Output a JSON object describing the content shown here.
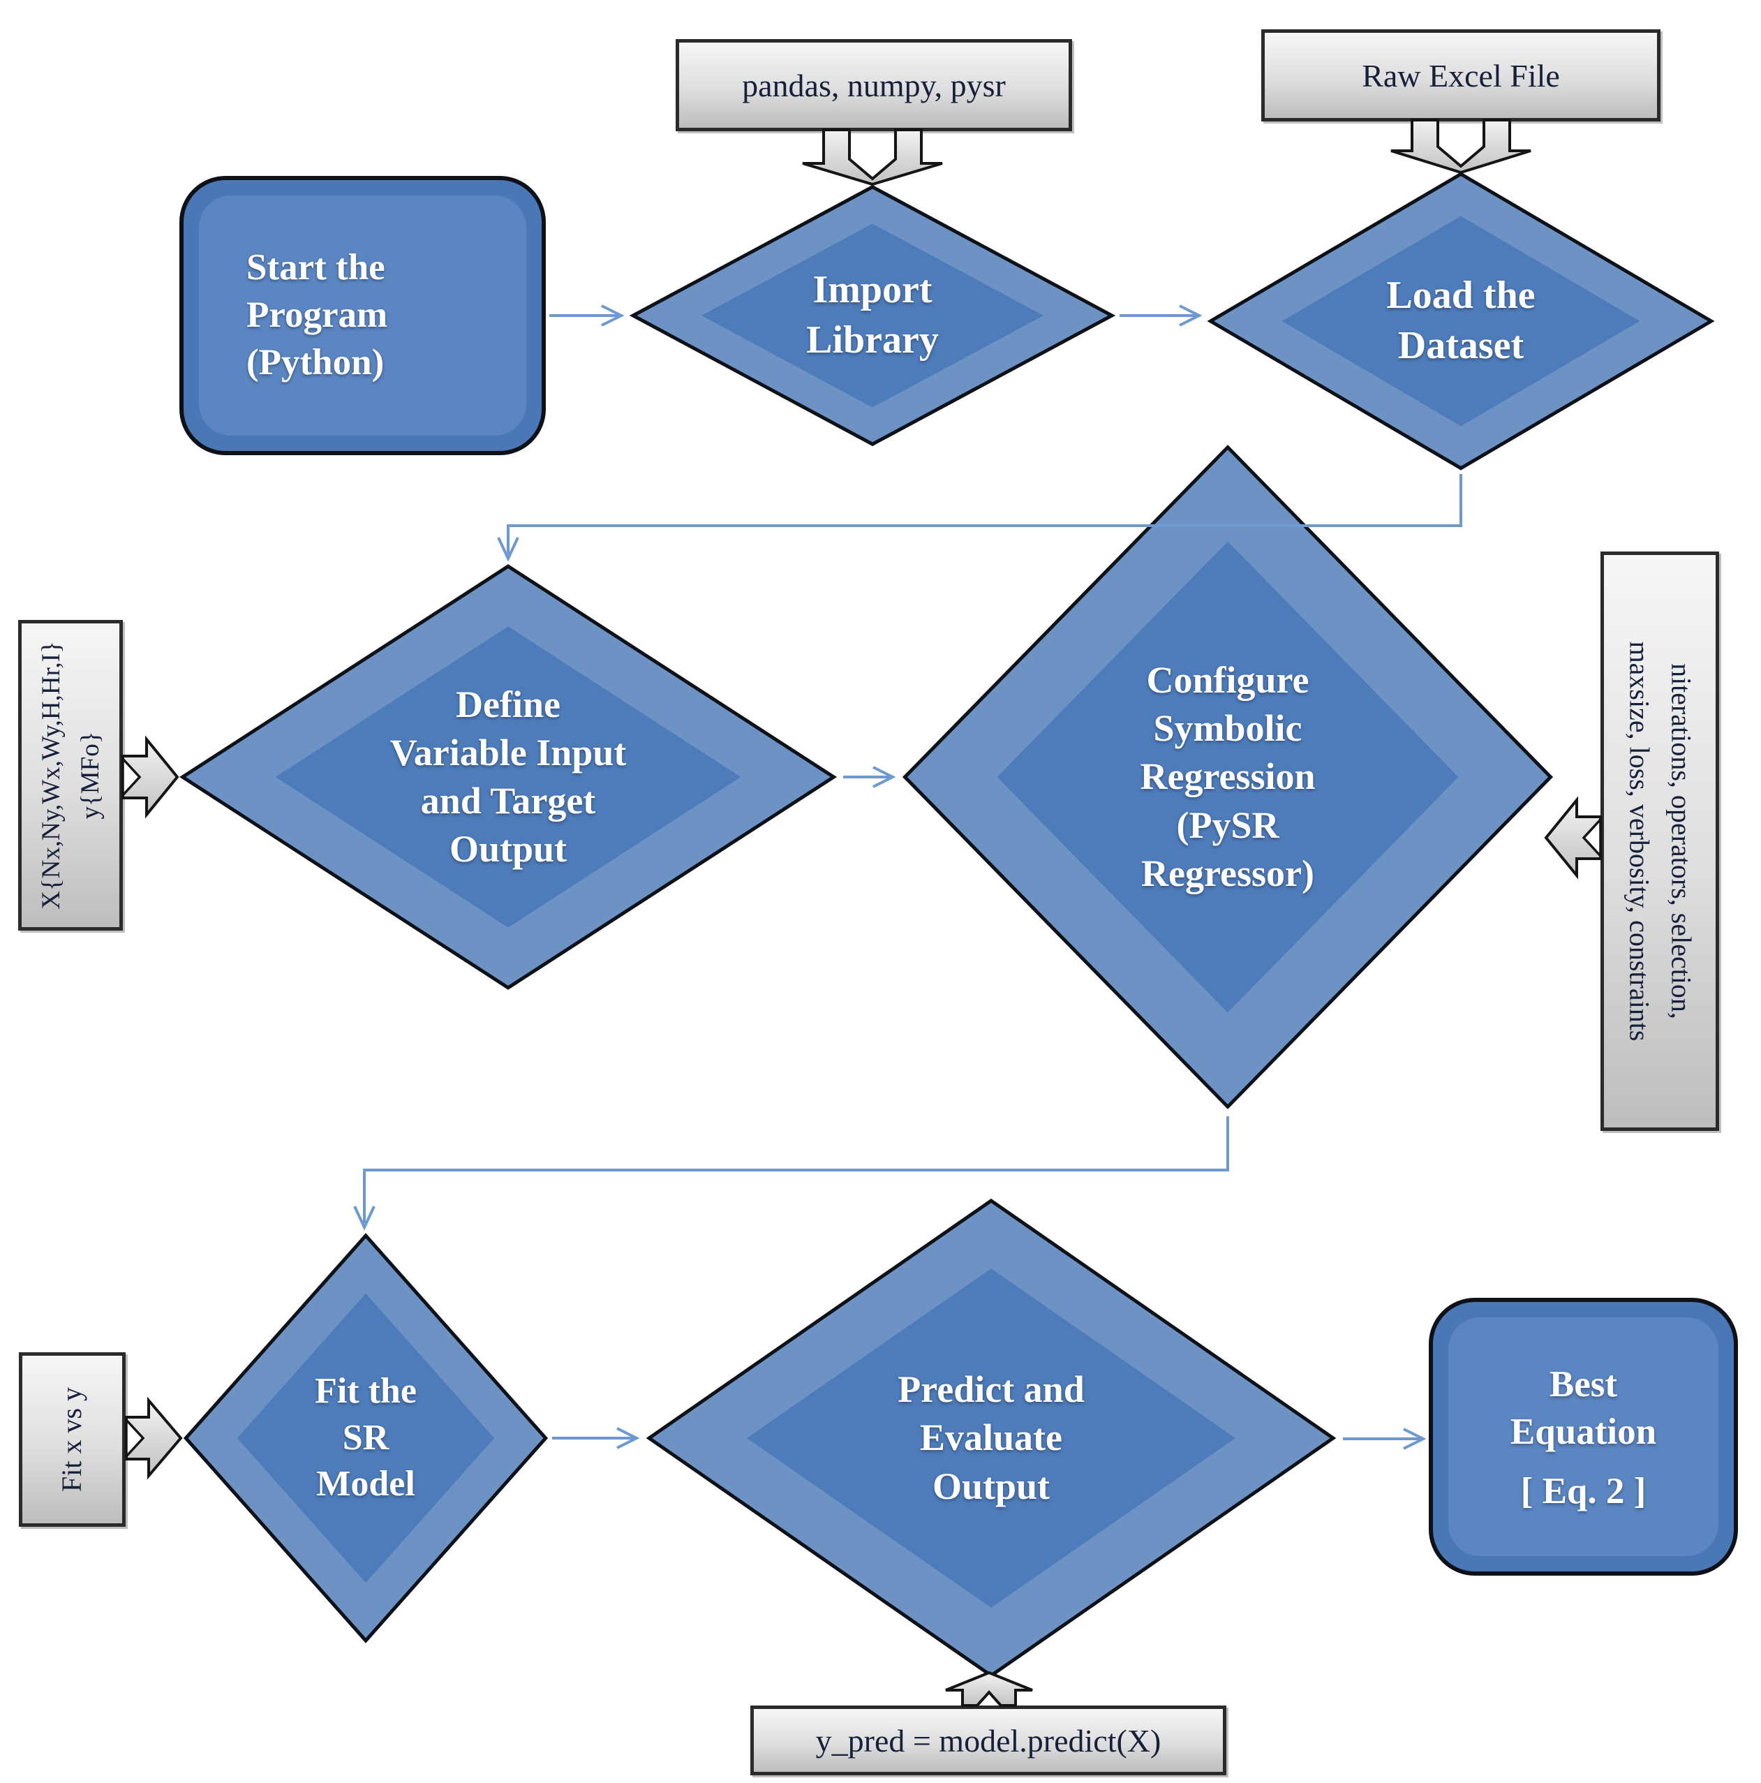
{
  "flowchart": {
    "nodes": {
      "start": {
        "label": "Start the\nProgram\n(Python)"
      },
      "import_library": {
        "label": "Import\nLibrary"
      },
      "load_dataset": {
        "label": "Load the\nDataset"
      },
      "define_io": {
        "label": "Define\nVariable Input\nand Target\nOutput"
      },
      "configure_sr": {
        "label": "Configure\nSymbolic\nRegression\n(PySR\nRegressor)"
      },
      "fit_model": {
        "label": "Fit the\nSR\nModel"
      },
      "predict_evaluate": {
        "label": "Predict and\nEvaluate\nOutput"
      },
      "best_equation": {
        "label": "Best\nEquation",
        "sub_label": "[ Eq. 2 ]"
      }
    },
    "callouts": {
      "libraries": {
        "label": "pandas, numpy, pysr"
      },
      "raw_file": {
        "label": "Raw Excel File"
      },
      "io_variables": {
        "label": "X{Nx,Ny,Wx,Wy,H,Hr,I}\ny{MFo}"
      },
      "sr_parameters": {
        "label": "niterations, operators, selection,\nmaxsize, loss, verbosity, constraints"
      },
      "fit_note": {
        "label": "Fit x vs y"
      },
      "predict_code": {
        "label": "y_pred = model.predict(X)"
      }
    },
    "colors": {
      "diamond_band": "#6d92c4",
      "diamond_core": "#4e7cba",
      "rounded_outer": "#4a77b5",
      "rounded_inner": "#5b86c2",
      "shape_outline": "#0e1118",
      "callout_fill_top": "#f6f6f6",
      "callout_fill_bottom": "#bdbdbd",
      "callout_border": "#2b2b2b",
      "connector": "#6d99cf",
      "node_text": "#ffffff",
      "callout_text": "#16203a"
    }
  }
}
